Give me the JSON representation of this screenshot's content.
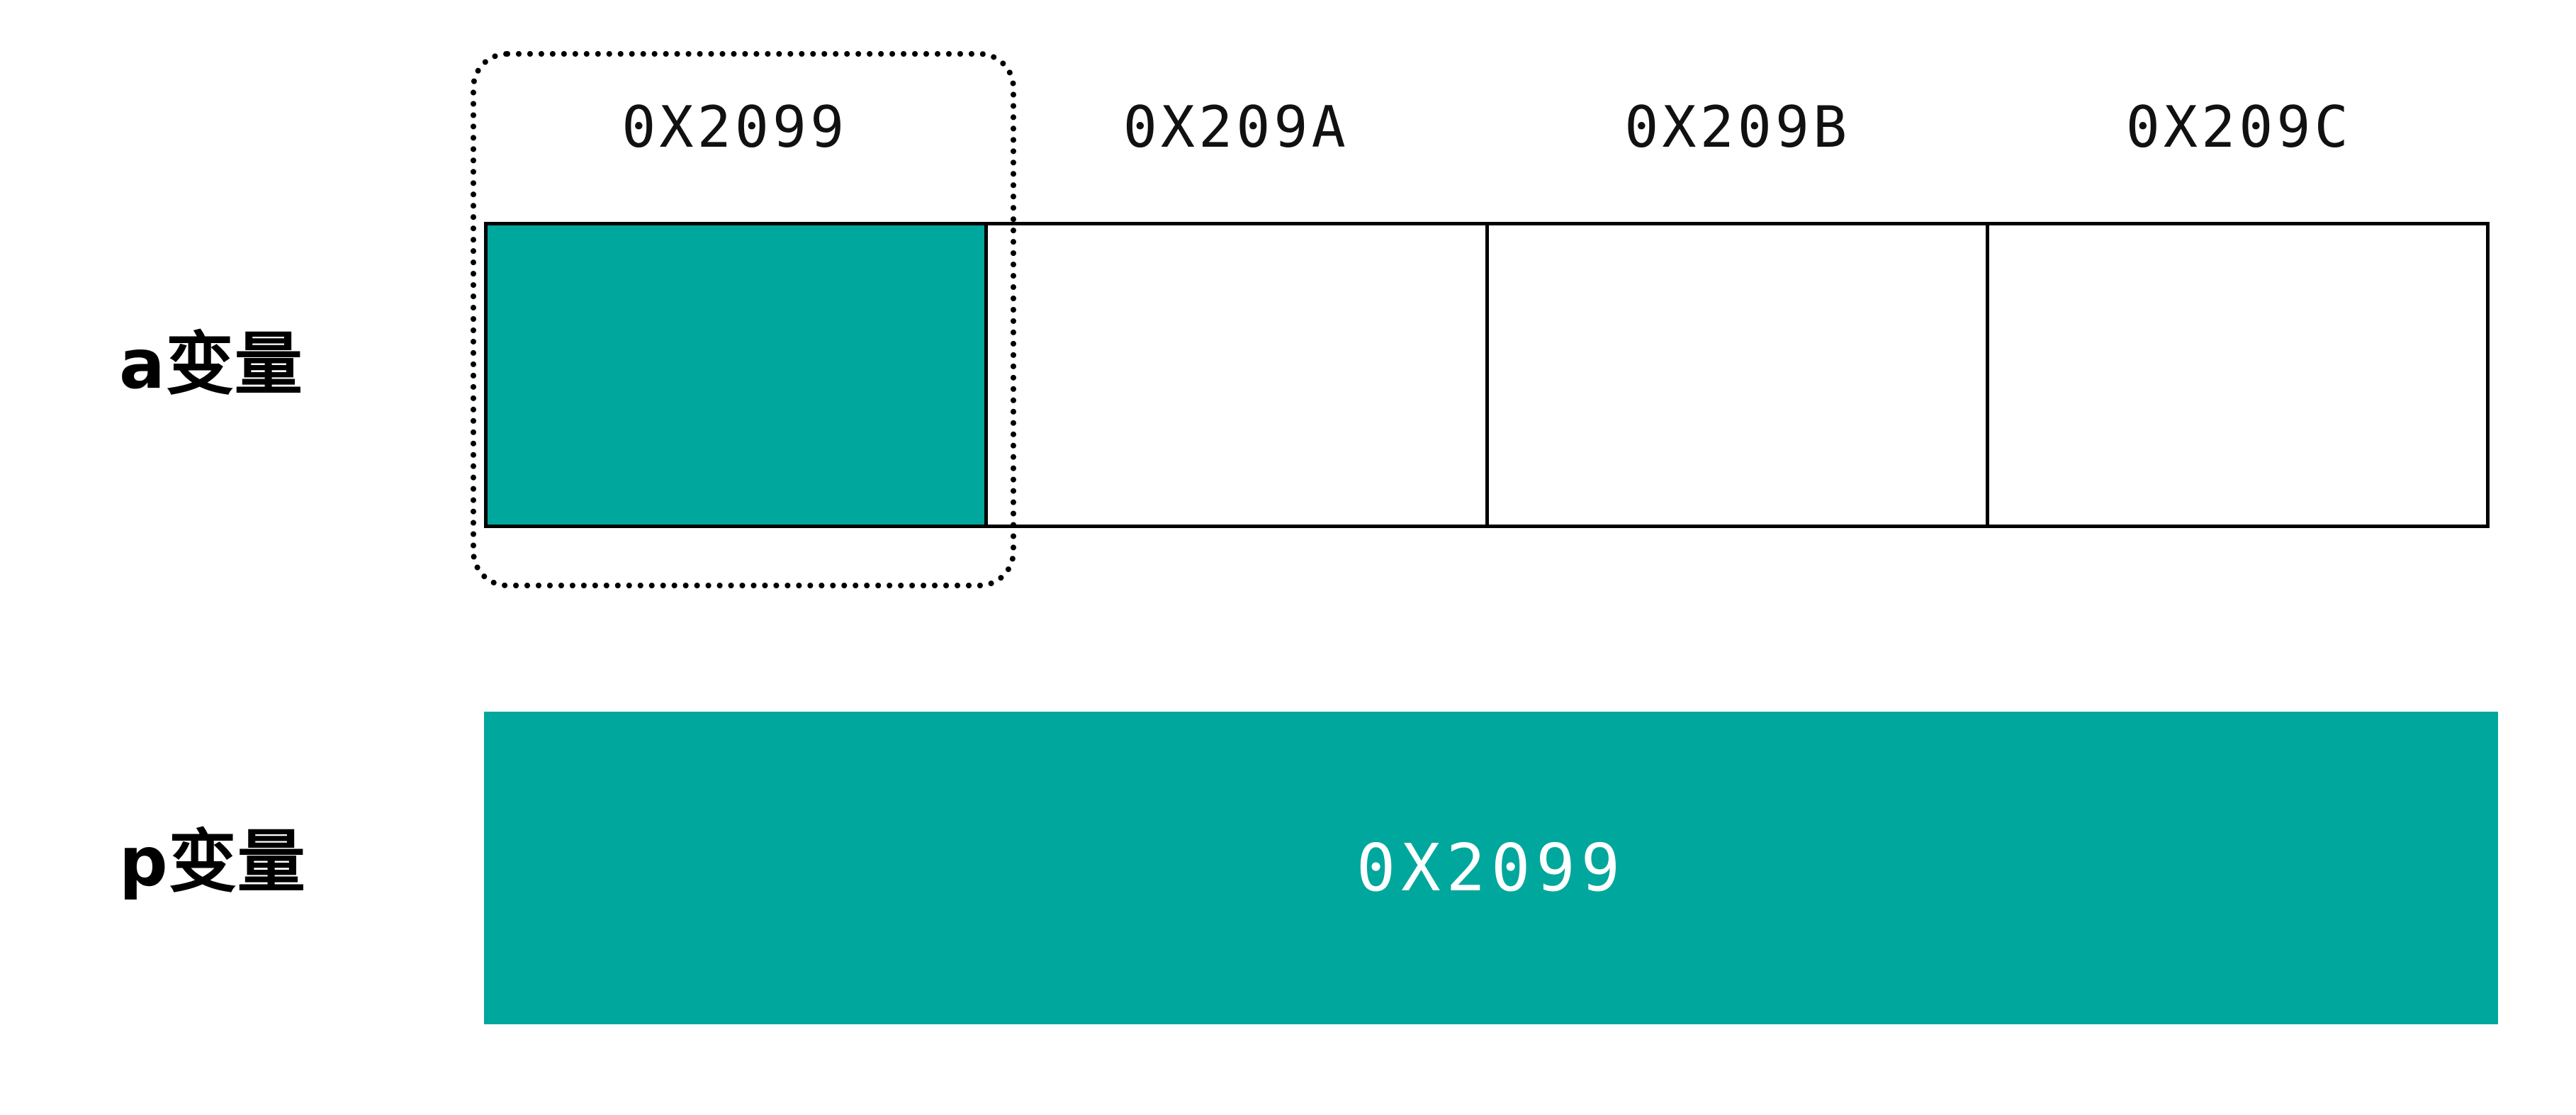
{
  "diagram": {
    "title": "pointer-memory-diagram",
    "colors": {
      "accent_teal": "#00A79D",
      "stroke_black": "#000000",
      "background": "#FFFFFF",
      "value_text": "#FFFFFF"
    },
    "memory_row": {
      "label": "a变量",
      "addresses": [
        "0X2099",
        "0X209A",
        "0X209B",
        "0X209C"
      ],
      "cells": [
        {
          "address": "0X2099",
          "filled": true,
          "value": ""
        },
        {
          "address": "0X209A",
          "filled": false,
          "value": ""
        },
        {
          "address": "0X209B",
          "filled": false,
          "value": ""
        },
        {
          "address": "0X209C",
          "filled": false,
          "value": ""
        }
      ],
      "highlight": {
        "target_address": "0X2099",
        "style": "dotted-rounded-rectangle"
      }
    },
    "pointer_row": {
      "label": "p变量",
      "value": "0X2099"
    }
  }
}
